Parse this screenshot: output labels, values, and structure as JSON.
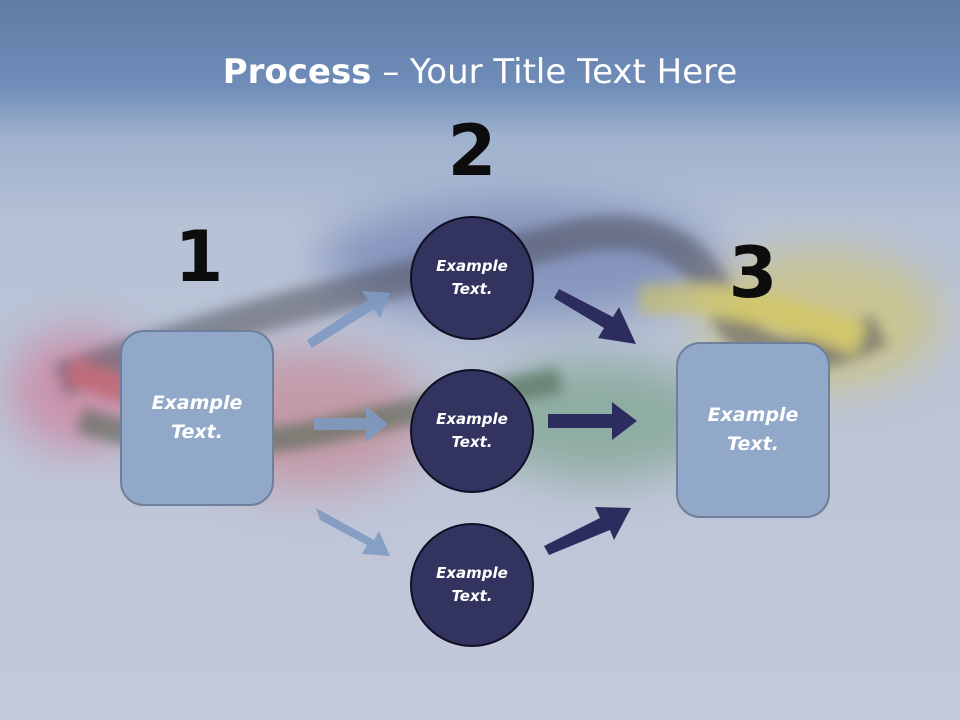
{
  "title": {
    "bold": "Process",
    "rest": " – Your Title Text Here"
  },
  "steps": {
    "one": "1",
    "two": "2",
    "three": "3"
  },
  "boxes": {
    "left": "Example\nText.",
    "right": "Example\nText."
  },
  "circles": {
    "top": "Example\nText.",
    "middle": "Example\nText.",
    "bottom": "Example\nText."
  },
  "colors": {
    "box_fill": "#91a8c8",
    "circle_fill": "#32335f",
    "light_arrow": "#7f9ac2",
    "dark_arrow": "#2c2d5e"
  }
}
